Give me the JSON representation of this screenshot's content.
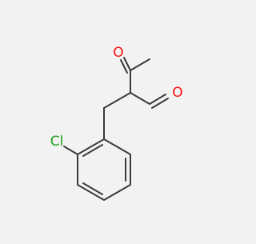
{
  "molecule": {
    "atom_labels": {
      "ketone_oxygen": "O",
      "aldehyde_oxygen": "O",
      "chlorine": "Cl"
    },
    "colors": {
      "background": "#f2f2f2",
      "bond": "#3a3a3a",
      "oxygen": "#ff0d0d",
      "chlorine": "#1fa01f"
    }
  }
}
